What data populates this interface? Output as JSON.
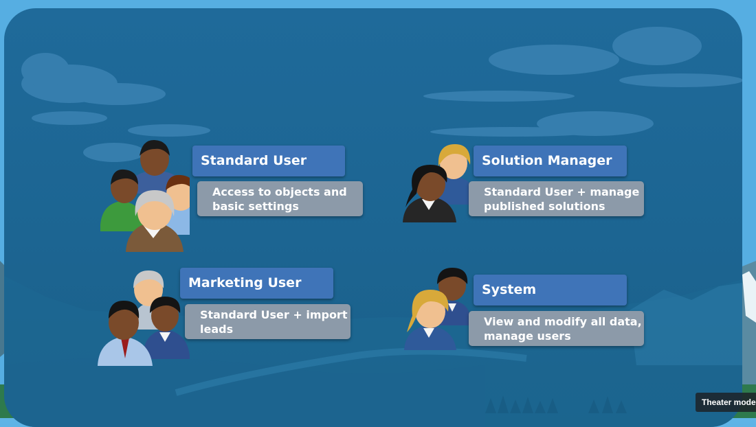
{
  "roles": [
    {
      "title": "Standard User",
      "description": "Access to objects and\nbasic settings",
      "icon": "user-group-icon"
    },
    {
      "title": "Solution Manager",
      "description": "Standard User + manage\npublished solutions",
      "icon": "user-pair-icon"
    },
    {
      "title": "Marketing User",
      "description": "Standard User + import\nleads",
      "icon": "user-group-icon"
    },
    {
      "title": "System Administrator",
      "description": "View and modify all data,\nmanage users",
      "icon": "user-pair-icon"
    }
  ],
  "player": {
    "theater_mode_label": "Theater mode"
  },
  "colors": {
    "title_box": "#3f74b8",
    "description_box": "#8c9aa9",
    "panel": "#1f6a9a",
    "sky": "#5fb4e6"
  }
}
